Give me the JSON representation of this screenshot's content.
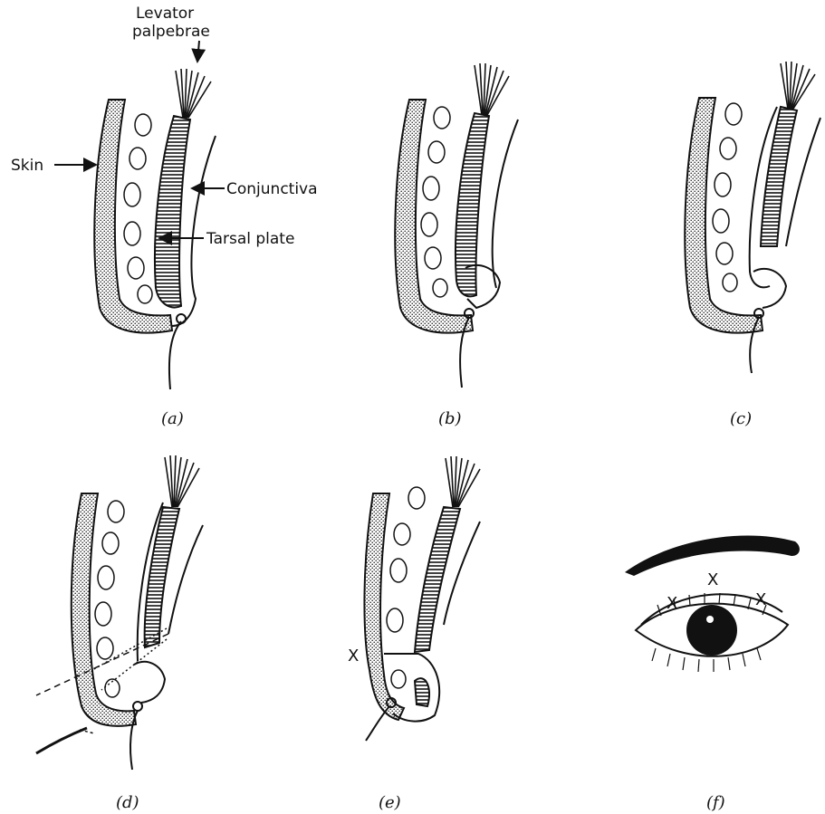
{
  "labels": {
    "levator": [
      "Levator",
      "palpebrae"
    ],
    "skin": "Skin",
    "conjunctiva": "Conjunctiva",
    "tarsal_plate": "Tarsal plate",
    "x_mark": "X",
    "f_marks": [
      "X",
      "X",
      "X"
    ]
  },
  "captions": [
    "(a)",
    "(b)",
    "(c)",
    "(d)",
    "(e)",
    "(f)"
  ],
  "colors": {
    "ink": "#111111",
    "background": "#ffffff"
  }
}
